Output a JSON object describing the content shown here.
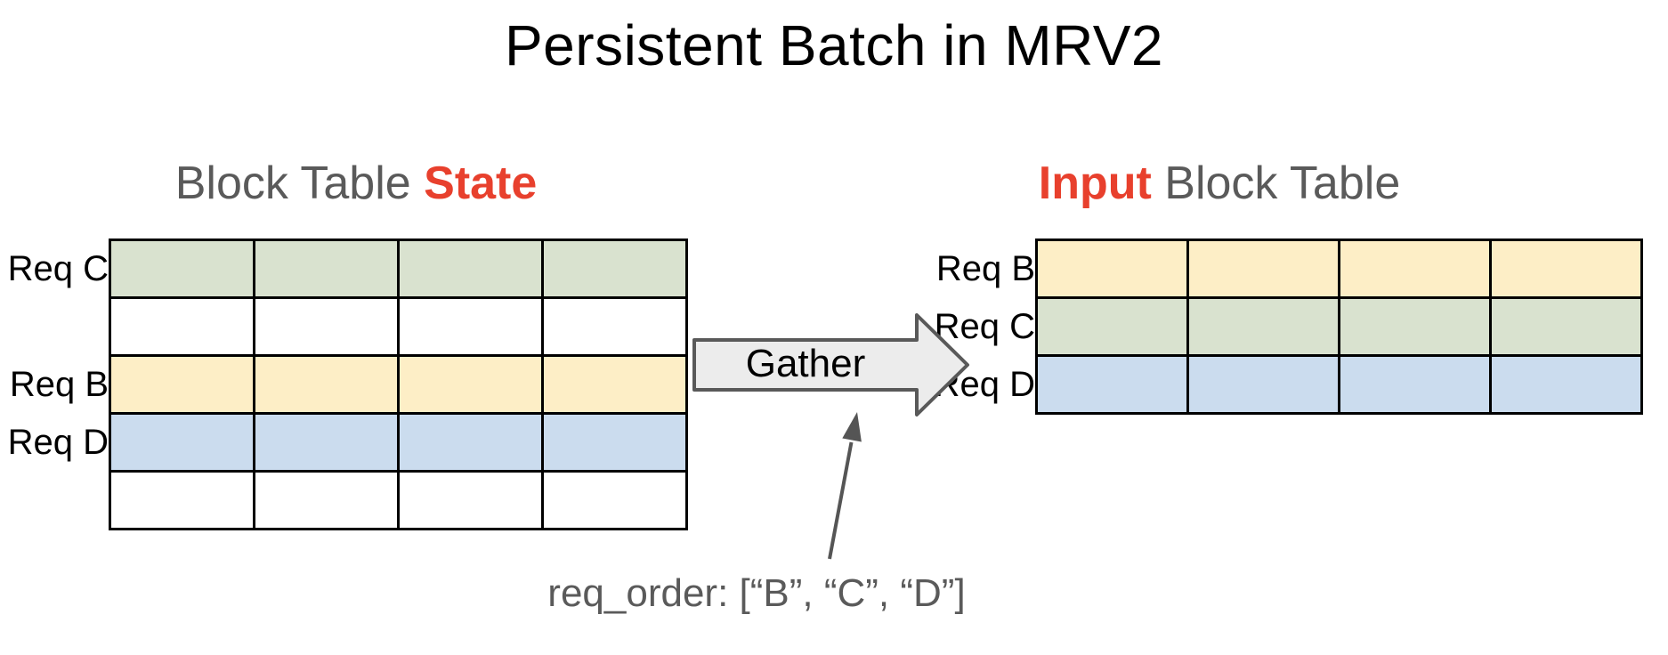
{
  "title": "Persistent Batch in MRV2",
  "left_panel": {
    "heading": {
      "normal": "Block Table ",
      "highlight": "State"
    },
    "table": {
      "columns": 4,
      "rows": [
        {
          "label": "Req C",
          "color": "green"
        },
        {
          "label": "",
          "color": "white"
        },
        {
          "label": "Req B",
          "color": "yellow"
        },
        {
          "label": "Req D",
          "color": "blue"
        },
        {
          "label": "",
          "color": "white"
        }
      ]
    }
  },
  "right_panel": {
    "heading": {
      "highlight": "Input",
      "normal": " Block Table"
    },
    "table": {
      "columns": 4,
      "rows": [
        {
          "label": "Req B",
          "color": "yellow"
        },
        {
          "label": "Req C",
          "color": "green"
        },
        {
          "label": "Req D",
          "color": "blue"
        }
      ]
    }
  },
  "gather": {
    "label": "Gather"
  },
  "annotation": {
    "text": "req_order: [“B”, “C”, “D”]"
  },
  "colors": {
    "green": "#d9e2cf",
    "yellow": "#fdeec6",
    "blue": "#cbdcee",
    "white": "#ffffff",
    "red": "#e8402d",
    "gray_text": "#5a5a5a",
    "arrow_fill": "#ececec",
    "arrow_stroke": "#595959",
    "pointer": "#555555",
    "table_border": "#000000"
  }
}
